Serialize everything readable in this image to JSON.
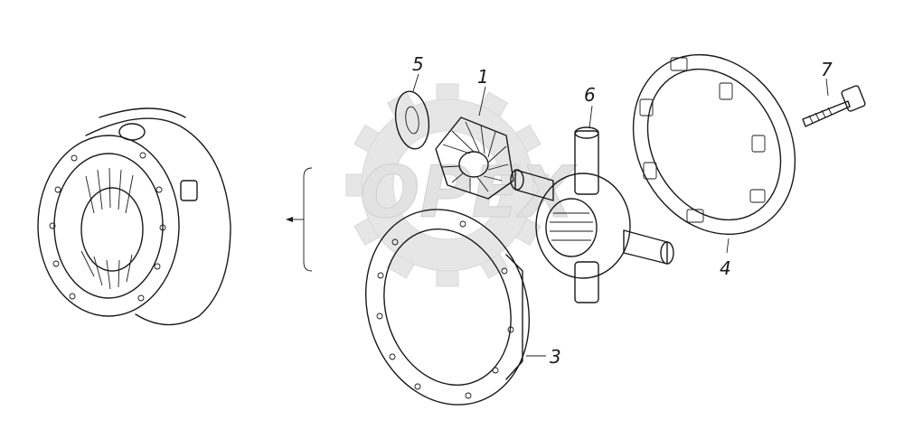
{
  "watermark": {
    "text": "OPEX"
  },
  "callouts": [
    {
      "id": "part-1",
      "label": "1"
    },
    {
      "id": "part-3",
      "label": "3"
    },
    {
      "id": "part-4",
      "label": "4"
    },
    {
      "id": "part-5",
      "label": "5"
    },
    {
      "id": "part-6",
      "label": "6"
    },
    {
      "id": "part-7",
      "label": "7"
    }
  ],
  "colors": {
    "line": "#1a1a1a",
    "watermark": "#e2e2e2",
    "background": "#ffffff"
  }
}
